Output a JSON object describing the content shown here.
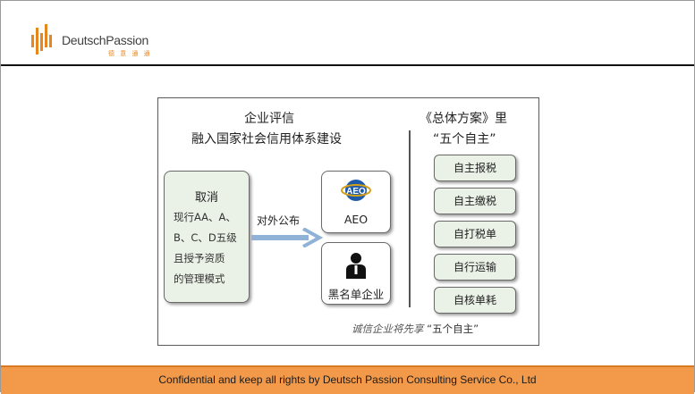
{
  "header": {
    "logo_name": "DeutschPassion",
    "logo_sub": "德 意 通 通"
  },
  "diagram": {
    "left_title_1": "企业评信",
    "left_title_2": "融入国家社会信用体系建设",
    "right_title_1": "《总体方案》里",
    "right_title_2": "“五个自主”",
    "cancel_box": {
      "title": "取消",
      "lines": [
        "现行AA、A、",
        "B、C、D五级",
        "且授予资质",
        "的管理模式"
      ]
    },
    "arrow_label": "对外公布",
    "aeo_label": "AEO",
    "aeo_logo_text": "AEO",
    "blacklist_label": "黑名单企业",
    "pills": [
      "自主报税",
      "自主缴税",
      "自打税单",
      "自行运输",
      "自核单耗"
    ],
    "note_italic": "诚信企业将先享",
    "note_quote": "“五个自主”"
  },
  "footer": {
    "text": "Confidential  and keep all rights by Deutsch Passion Consulting Service Co., Ltd"
  },
  "colors": {
    "accent_orange": "#f29a4a",
    "logo_orange": "#e8861e",
    "box_green": "#eaf1e6",
    "arrow_blue": "#8fb2d6"
  }
}
